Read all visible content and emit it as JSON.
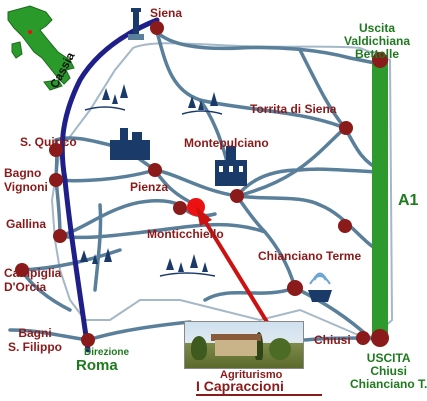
{
  "labels": {
    "siena": "Siena",
    "uscita_valdichiana": "Uscita\nValdichiana\nBettolle",
    "cassia": "Cassia",
    "torrita": "Torrita di Siena",
    "s_quirico": "S. Quirico",
    "montepulciano": "Montepulciano",
    "bagno_vignoni": "Bagno\nVignoni",
    "pienza": "Pienza",
    "a1": "A1",
    "gallina": "Gallina",
    "monticchiello": "Monticchiello",
    "chianciano_terme": "Chianciano Terme",
    "campiglia": "Campiglia\nD'Orcia",
    "chiusi": "Chiusi",
    "bagni_filippo": "Bagni\nS. Filippo",
    "direzione": "Direzione",
    "roma": "Roma",
    "agriturismo": "Agriturismo",
    "capraccioni": "I Capraccioni",
    "uscita_chiusi": "USCITA\nChiusi\nChianciano T."
  },
  "colors": {
    "roads": "#5a7f9a",
    "cassia": "#1f1f8a",
    "a1": "#2e9a2e",
    "town": "#8b1a1a",
    "target": "#ee1111",
    "arrow": "#cc1111",
    "land": "#ffffff",
    "italy": "#2a9a2a"
  }
}
